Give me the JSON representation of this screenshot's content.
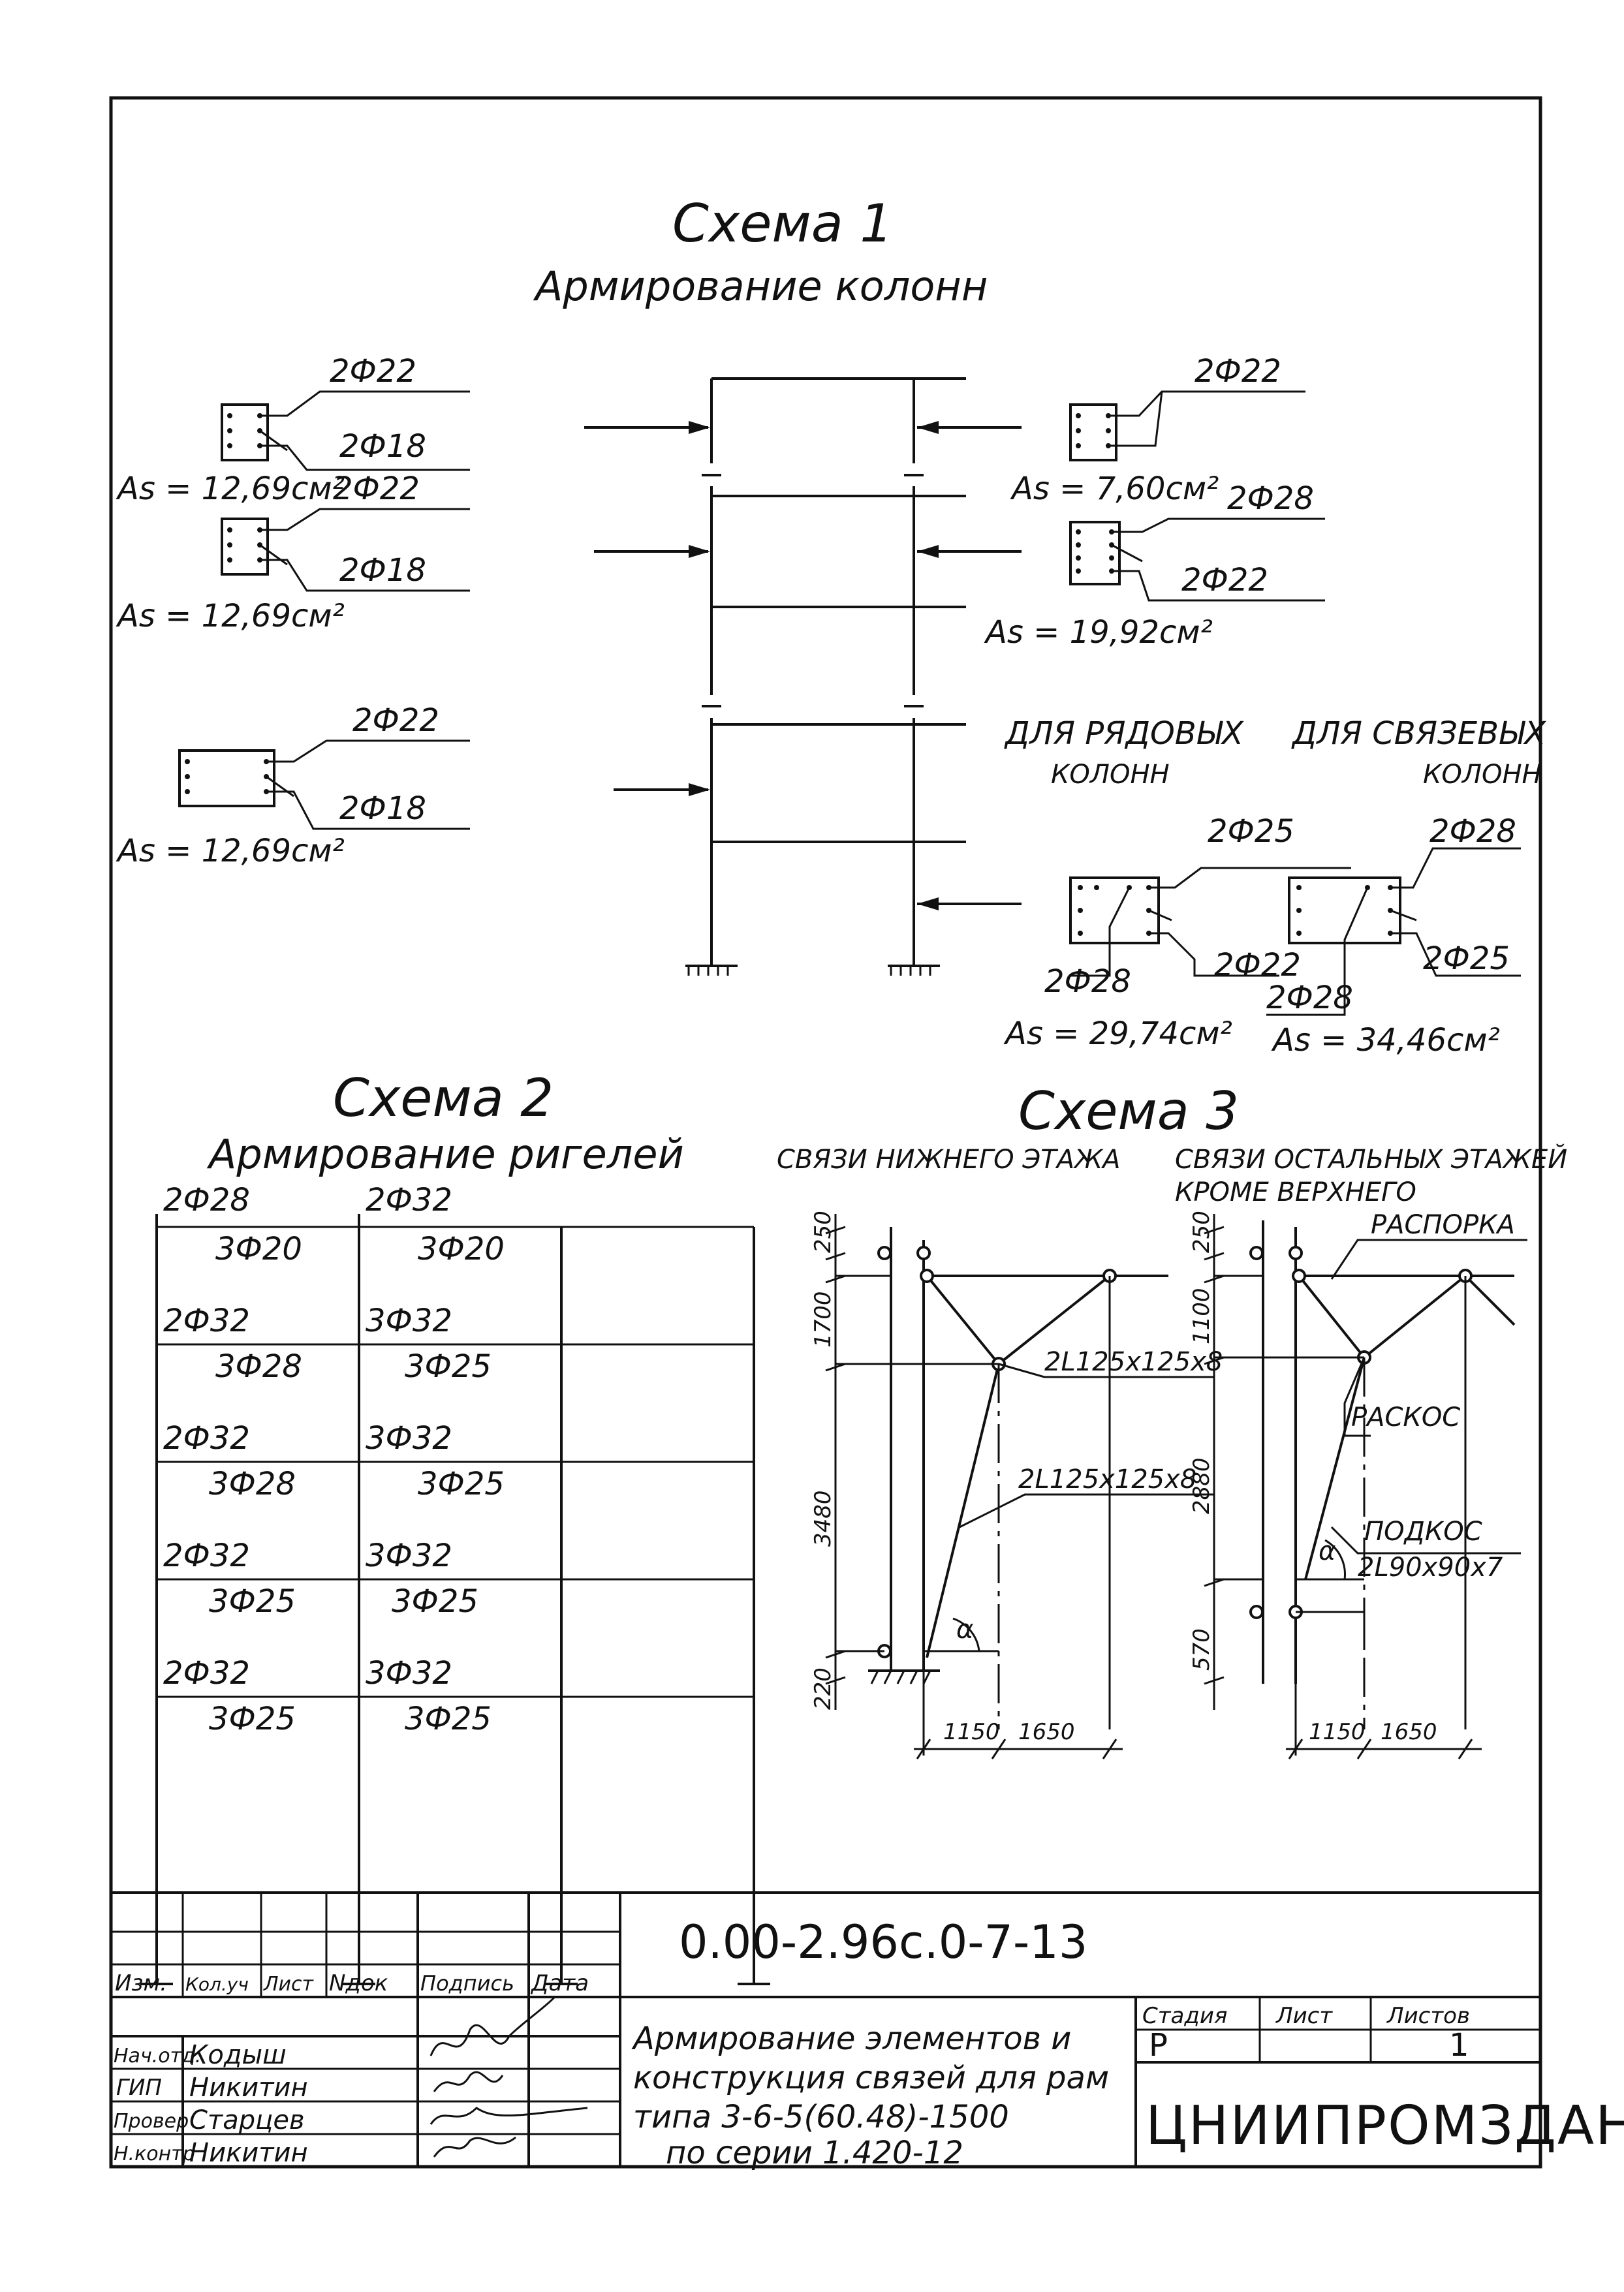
{
  "scheme1": {
    "title": "Схема 1",
    "subtitle": "Армирование колонн",
    "sec1": {
      "top": "2Ф22",
      "bottom": "2Ф18",
      "as": "As = 12,69см²"
    },
    "sec2": {
      "top": "2Ф22",
      "bottom": "2Ф18",
      "as": "As = 12,69см²"
    },
    "sec3": {
      "top": "2Ф22",
      "bottom": "2Ф18",
      "as": "As = 12,69см²"
    },
    "sec4": {
      "top": "2Ф22",
      "as": "As = 7,60см²"
    },
    "sec5": {
      "top": "2Ф28",
      "bottom": "2Ф22",
      "as": "As = 19,92см²"
    },
    "ordinary_label_1": "ДЛЯ РЯДОВЫХ",
    "ordinary_label_2": "КОЛОНН",
    "bracing_label_1": "ДЛЯ СВЯЗЕВЫХ",
    "bracing_label_2": "КОЛОНН",
    "sec6": {
      "top": "2Ф25",
      "left": "2Ф28",
      "right": "2Ф22",
      "as": "As = 29,74см²"
    },
    "sec7": {
      "top": "2Ф28",
      "left": "2Ф28",
      "right": "2Ф25",
      "as": "As = 34,46см²"
    }
  },
  "scheme2": {
    "title": "Схема 2",
    "subtitle": "Армирование ригелей",
    "col1": [
      {
        "top": "2Ф28",
        "bottom": "3Ф20"
      },
      {
        "top": "2Ф32",
        "bottom": "3Ф28"
      },
      {
        "top": "2Ф32",
        "bottom": "3Ф28"
      },
      {
        "top": "2Ф32",
        "bottom": "3Ф25"
      },
      {
        "top": "2Ф32",
        "bottom": "3Ф25"
      }
    ],
    "col2": [
      {
        "top": "2Ф32",
        "bottom": "3Ф20"
      },
      {
        "top": "3Ф32",
        "bottom": "3Ф25"
      },
      {
        "top": "3Ф32",
        "bottom": "3Ф25"
      },
      {
        "top": "3Ф32",
        "bottom": "3Ф25"
      },
      {
        "top": "3Ф32",
        "bottom": "3Ф25"
      }
    ]
  },
  "scheme3": {
    "title": "Схема 3",
    "left_caption": "СВЯЗИ НИЖНЕГО ЭТАЖА",
    "right_caption_1": "СВЯЗИ ОСТАЛЬНЫХ ЭТАЖЕЙ",
    "right_caption_2": "КРОМЕ ВЕРХНЕГО",
    "left_dims": [
      "250",
      "1700",
      "3480",
      "220"
    ],
    "left_bottom_dims": [
      "1150",
      "1650"
    ],
    "left_member_1": "2L125x125x8",
    "left_member_2": "2L125x125x8",
    "alpha": "α",
    "right_dims": [
      "250",
      "1100",
      "2880",
      "570"
    ],
    "right_bottom_dims": [
      "1150",
      "1650"
    ],
    "strut": "РАСПОРКА",
    "brace": "РАСКОС",
    "knee": "ПОДКОС",
    "knee_member": "2L90x90x7"
  },
  "stamp": {
    "code": "0.00-2.96с.0-7-13",
    "headers": [
      "Изм.",
      "Кол.уч",
      "Лист",
      "Nдок",
      "Подпись",
      "Дата"
    ],
    "roles": [
      "Нач.отд.",
      "ГИП",
      "Провер",
      "Н.контр"
    ],
    "names": [
      "Кодыш",
      "Никитин",
      "Старцев",
      "Никитин"
    ],
    "title_lines": [
      "Армирование элементов и",
      "конструкция связей для рам",
      "типа 3-6-5(60.48)-1500",
      "по     серии 1.420-12"
    ],
    "stage_label": "Стадия",
    "sheet_label": "Лист",
    "sheets_label": "Листов",
    "stage": "Р",
    "sheets": "1",
    "org": "ЦНИИПРОМЗДАНИЙ"
  }
}
